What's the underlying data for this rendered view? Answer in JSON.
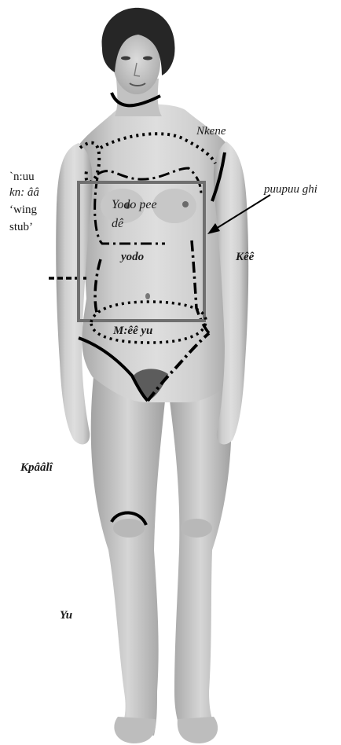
{
  "labels": {
    "nkene": "Nkene",
    "nuu": "`n:uu",
    "knaa": "kn: ââ",
    "wing": "‘wing",
    "stub": "stub’",
    "puupuu": "puupuu ghi",
    "yodo_pee": "Yodo pee",
    "de": "dê",
    "yodo": "yodo",
    "kee": "Kêê",
    "meeyu": "M:êê yu",
    "kpaali": "Kpââlî",
    "yu": "Yu"
  },
  "colors": {
    "skin_light": "#d9d9d9",
    "skin_mid": "#b4b4b4",
    "skin_dark": "#8a8a8a",
    "hair": "#262626",
    "outline_black": "#000000",
    "box_gray": "#6f6f6f"
  }
}
